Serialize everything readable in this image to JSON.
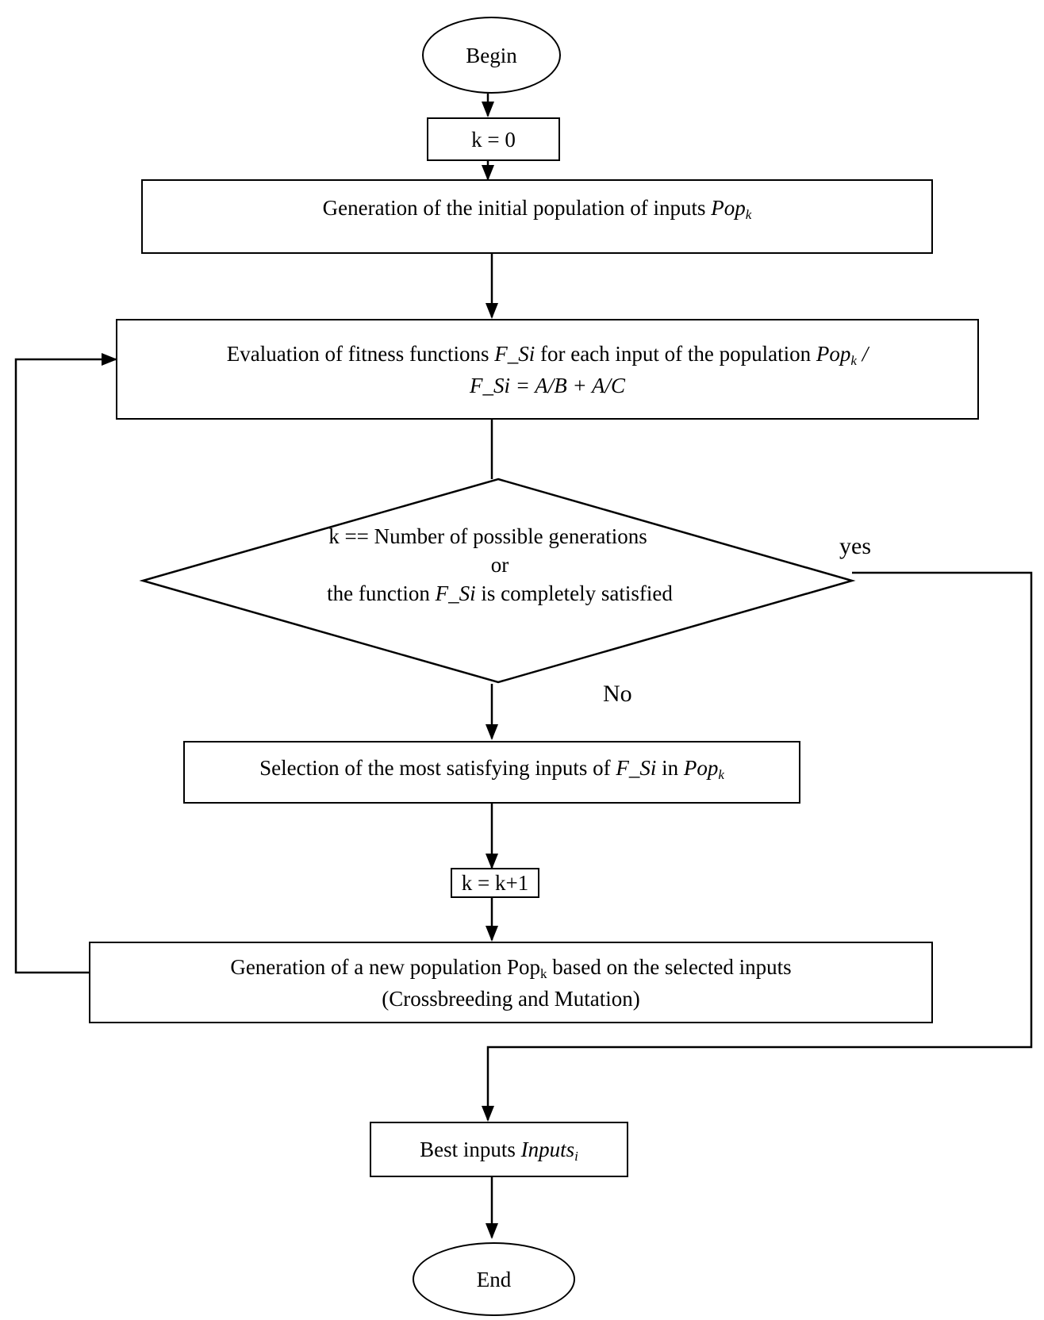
{
  "flowchart": {
    "begin": "Begin",
    "init_k": "k = 0",
    "gen_initial": {
      "text": "Generation of the initial population of inputs",
      "var": "Pop",
      "sub": "k"
    },
    "evaluation": {
      "text": "Evaluation of fitness functions",
      "func": "F_Si",
      "text2": "for each input of the population",
      "var": "Pop",
      "sub": "k",
      "slash": "/",
      "formula": "F_Si = A/B + A/C"
    },
    "decision": {
      "line1": "k == Number of possible generations",
      "line2": "or",
      "line3_pre": "the function",
      "line3_func": "F_Si",
      "line3_post": "is completely satisfied"
    },
    "yes_label": "yes",
    "no_label": "No",
    "selection": {
      "text": "Selection of the most satisfying inputs of",
      "func": "F_Si",
      "in": "in",
      "var": "Pop",
      "sub": "k"
    },
    "increment_k": "k = k+1",
    "new_population": {
      "text": "Generation of a new population Pop",
      "sub": "k",
      "text2": "based on the selected inputs",
      "line2": "(Crossbreeding and Mutation)"
    },
    "best_inputs": {
      "text": "Best inputs",
      "var": "Inputs",
      "sub": "i"
    },
    "end": "End"
  }
}
